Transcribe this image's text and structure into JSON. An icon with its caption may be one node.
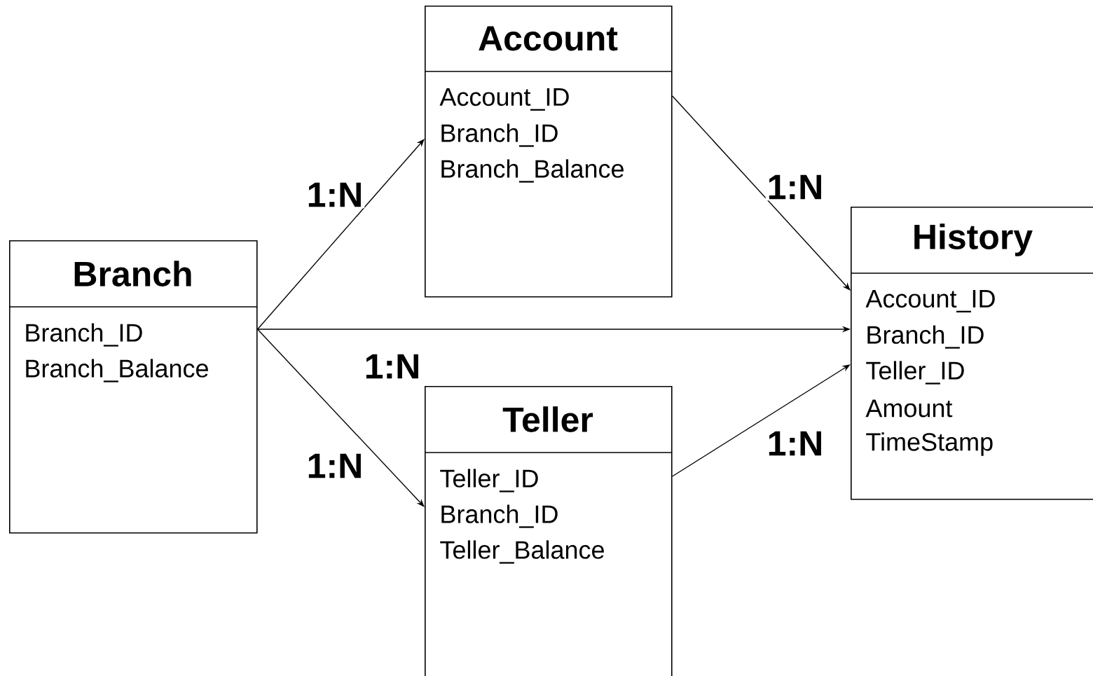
{
  "diagram": {
    "nodes": [
      {
        "text": [
          "Branch",
          "Branch_ID",
          "Branch_Balance"
        ]
      },
      {
        "text": [
          "Account",
          "Account_ID",
          "Branch_ID",
          "Branch_Balance"
        ]
      },
      {
        "text": [
          "Teller",
          "Teller_ID",
          "Branch_ID",
          "Teller_Balance"
        ]
      },
      {
        "text": [
          "History",
          "Account_ID",
          "Branch_ID",
          "Teller_ID",
          "Amount",
          "TimeStamp"
        ]
      }
    ],
    "edges": [
      {
        "from": 0,
        "to": 1,
        "arrow": "to",
        "label": "1:N"
      },
      {
        "from": 0,
        "to": 3,
        "arrow": "to",
        "label": "1:N"
      },
      {
        "from": 0,
        "to": 2,
        "arrow": "to",
        "label": "1:N"
      },
      {
        "from": 1,
        "to": 3,
        "arrow": "to",
        "label": "1:N"
      },
      {
        "from": 2,
        "to": 3,
        "arrow": "to",
        "label": "1:N"
      }
    ]
  }
}
